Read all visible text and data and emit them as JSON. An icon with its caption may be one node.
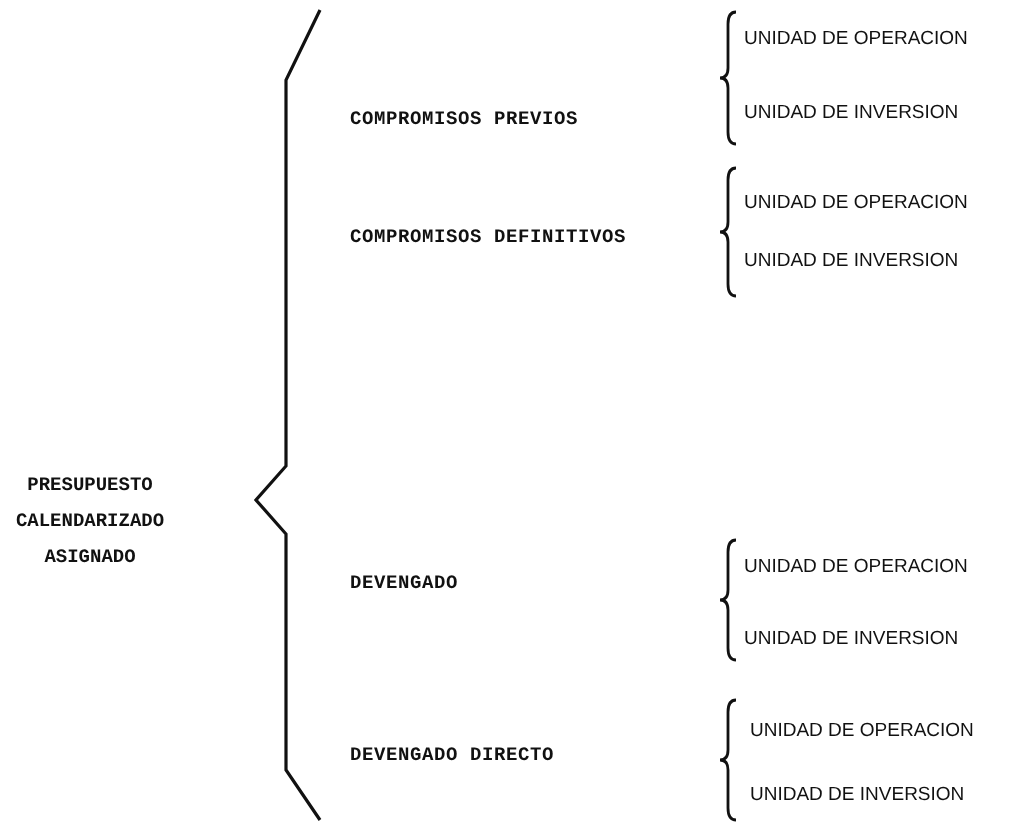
{
  "diagram": {
    "labels": [
      "PRESUPUESTO CALENDARIZADO ASIGNADO",
      "COMPROMISOS PREVIOS",
      "UNIDAD DE OPERACION",
      "UNIDAD DE INVERSION",
      "COMPROMISOS DEFINITIVOS",
      "UNIDAD DE OPERACION",
      "UNIDAD DE INVERSION",
      "DEVENGADO",
      "UNIDAD DE OPERACION",
      "UNIDAD DE INVERSION",
      "DEVENGADO DIRECTO",
      "UNIDAD DE OPERACION",
      "UNIDAD DE INVERSION"
    ]
  }
}
